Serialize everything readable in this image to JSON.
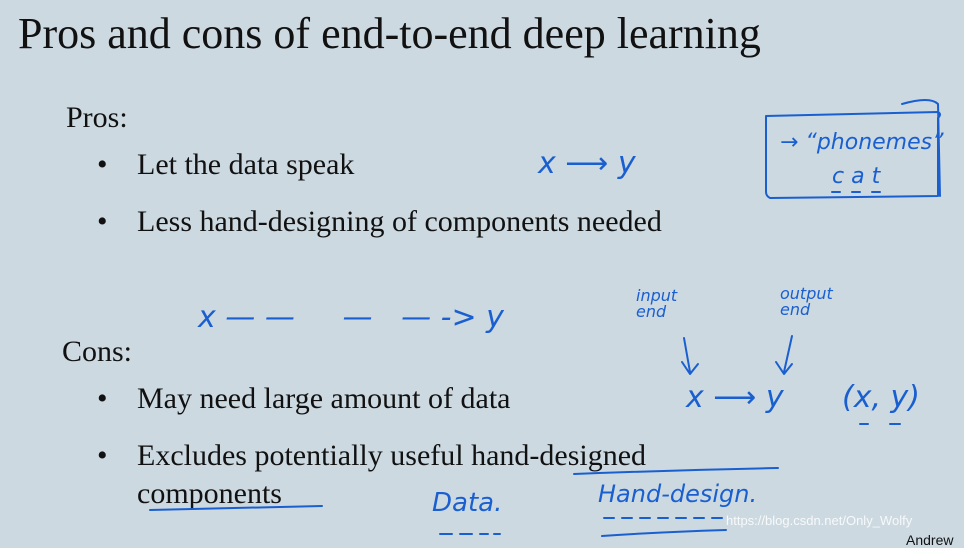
{
  "slide": {
    "title": "Pros and cons of end-to-end deep learning",
    "pros": {
      "heading": "Pros:",
      "items": [
        "Let the data speak",
        "Less hand-designing of components needed"
      ]
    },
    "cons": {
      "heading": "Cons:",
      "items": [
        "May need large amount of data",
        "Excludes potentially useful hand-designed",
        "components"
      ]
    }
  },
  "handwriting": {
    "x_to_y": "x ⟶ y",
    "phonemes": "→ “phonemes”",
    "cat": "c a t",
    "x_dashes_y": "x — —     —   — -> y",
    "input_end": "input\nend",
    "output_end": "output\nend",
    "x_arrow_y": "x ⟶ y",
    "pair": "(x, y)",
    "data": "Data.",
    "hand_design": "Hand-design."
  },
  "watermark": "https://blog.csdn.net/Only_Wolfy",
  "author": "Andrew",
  "colors": {
    "background": "#ccd9e1",
    "ink": "#1a5fd0"
  }
}
